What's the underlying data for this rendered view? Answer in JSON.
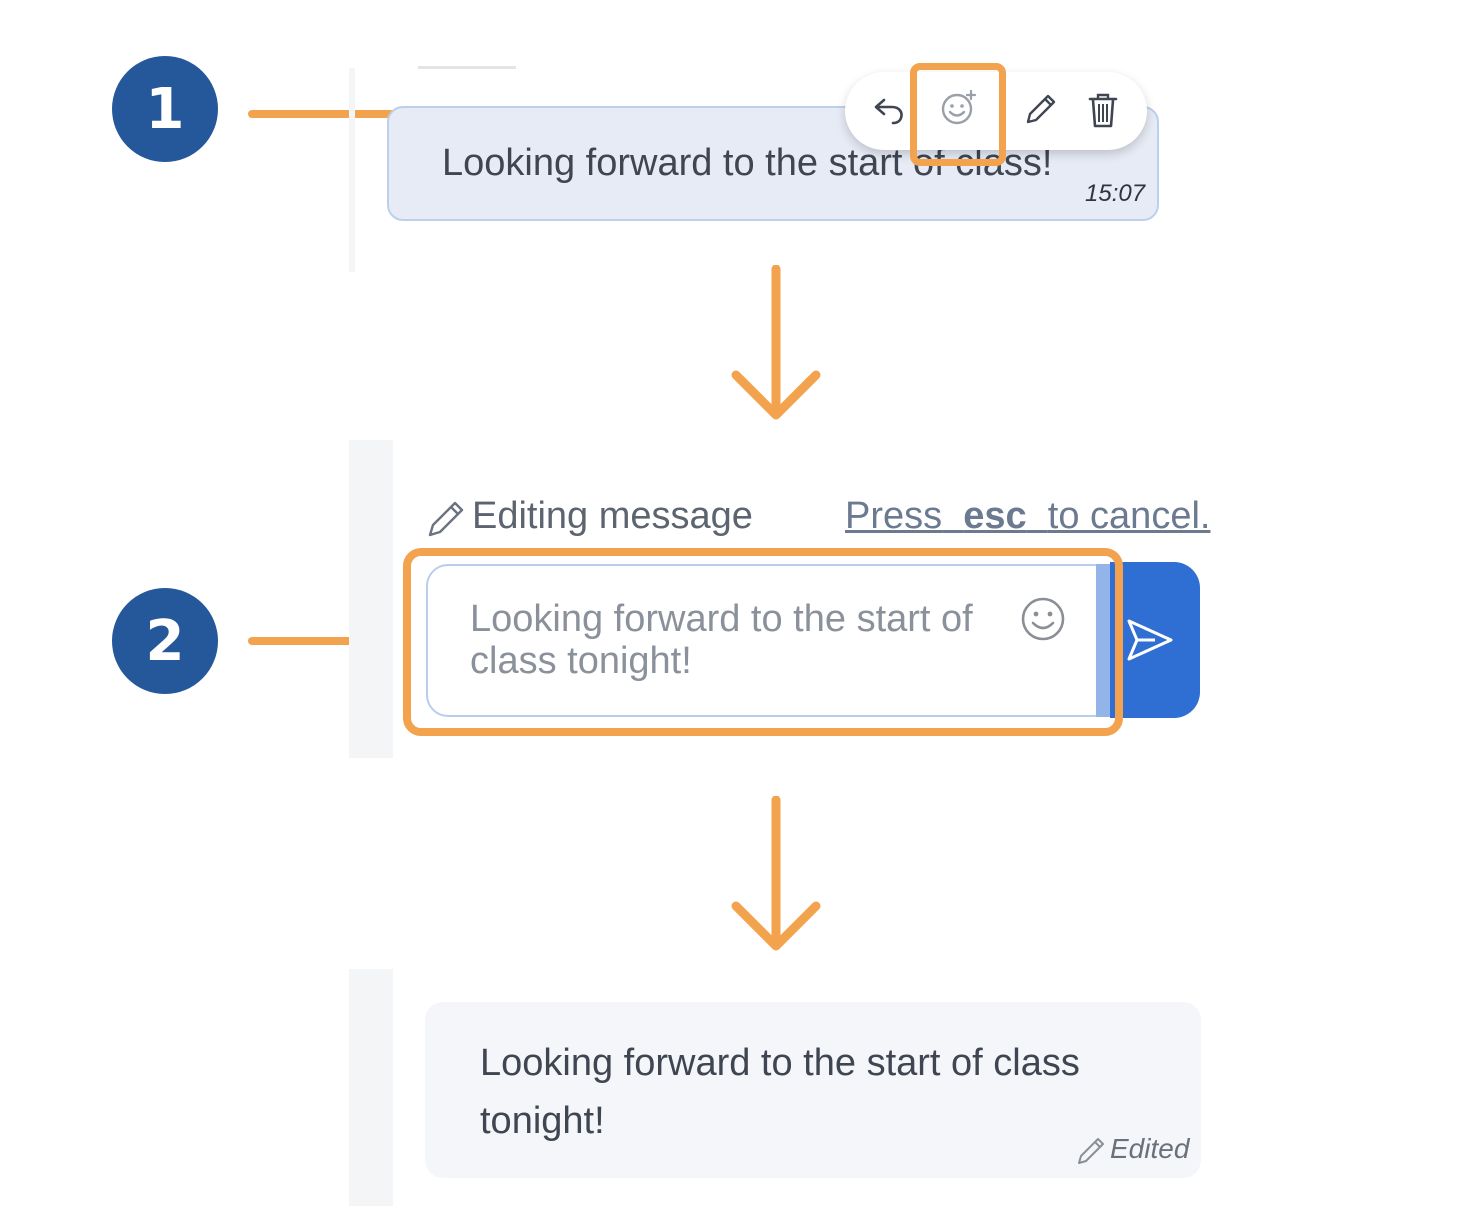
{
  "steps": [
    {
      "number": "1"
    },
    {
      "number": "2"
    }
  ],
  "original_message": {
    "text": "Looking forward to the start of class!",
    "time": "15:07",
    "actions": [
      "reply-icon",
      "add-reaction-icon",
      "pencil-icon",
      "trash-icon"
    ]
  },
  "editor": {
    "label": "Editing message",
    "cancel_prefix": "Press",
    "cancel_key": "esc",
    "cancel_suffix": "to cancel.",
    "input_value": "Looking forward to the start of class tonight!",
    "emoji_icon": "smiley-icon",
    "send_icon": "send-icon"
  },
  "edited_message": {
    "text": "Looking forward to the start of class tonight!",
    "edited_label": "Edited"
  },
  "colors": {
    "highlight": "#f3a24d",
    "badge": "#25589a",
    "send_button": "#2f6ed3",
    "bubble_original": "#e6ebf5",
    "bubble_edited": "#f4f6fa"
  }
}
